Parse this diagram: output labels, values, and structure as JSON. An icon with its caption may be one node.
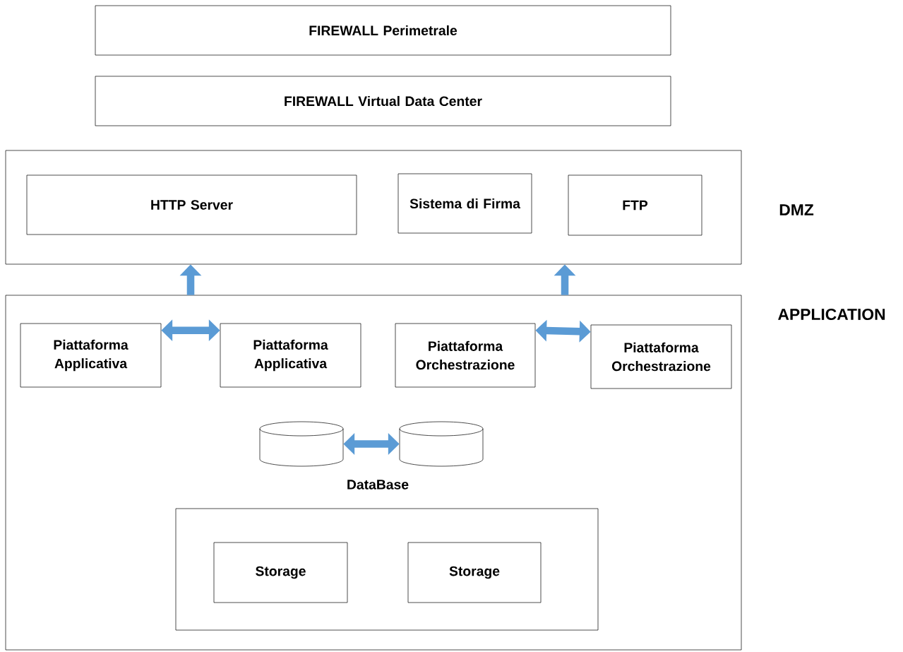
{
  "diagram": {
    "nodes": [
      {
        "text": [
          "FIREWALL Perimetrale"
        ]
      },
      {
        "text": [
          "FIREWALL Virtual Data Center"
        ]
      },
      {
        "text": [
          "DMZ"
        ]
      },
      {
        "text": [
          "HTTP Server"
        ],
        "in": 2
      },
      {
        "text": [
          "Sistema di Firma"
        ],
        "in": 2
      },
      {
        "text": [
          "FTP"
        ],
        "in": 2
      },
      {
        "text": [
          "APPLICATION"
        ]
      },
      {
        "text": [
          "Piattaforma Applicativa"
        ],
        "in": 6
      },
      {
        "text": [
          "Piattaforma Applicativa"
        ],
        "in": 6
      },
      {
        "text": [
          "Piattaforma Orchestrazione"
        ],
        "in": 6
      },
      {
        "text": [
          "Piattaforma Orchestrazione"
        ],
        "in": 6
      },
      {
        "text": [],
        "shape": "cylinder",
        "in": 6
      },
      {
        "text": [],
        "shape": "cylinder",
        "in": 6
      },
      {
        "text": [],
        "shape": "box",
        "in": 6
      },
      {
        "text": [
          "Storage"
        ],
        "in": 13
      },
      {
        "text": [
          "Storage"
        ],
        "in": 13
      }
    ],
    "edges": [
      {
        "from": 7,
        "to": 8,
        "arrow": "both"
      },
      {
        "from": 6,
        "to": 2,
        "arrow": "to"
      },
      {
        "from": 9,
        "to": 10,
        "arrow": "both"
      },
      {
        "from": 6,
        "to": 2,
        "arrow": "to"
      },
      {
        "from": 11,
        "to": 12,
        "arrow": "both"
      }
    ],
    "labels": [
      "DataBase"
    ]
  }
}
